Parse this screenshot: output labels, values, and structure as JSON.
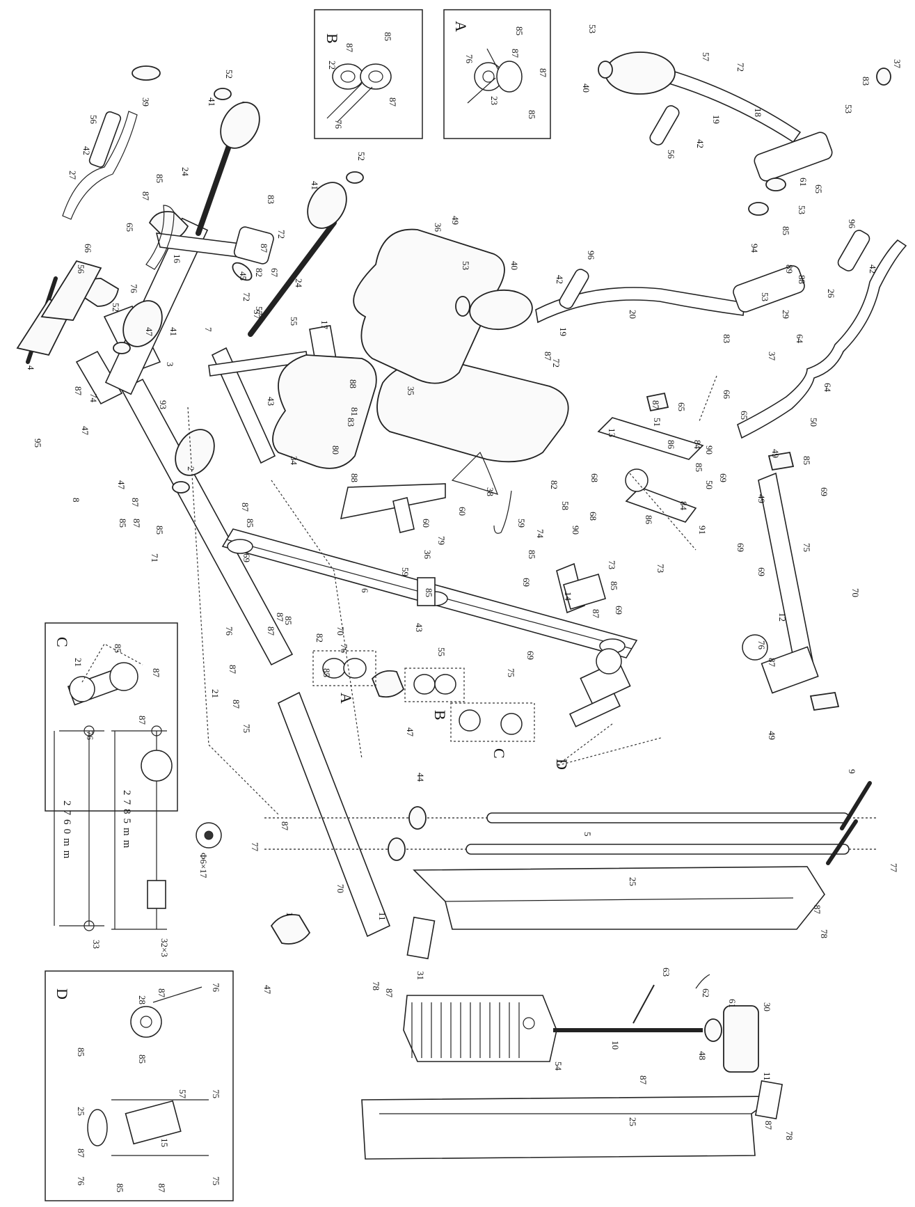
{
  "diagram": {
    "inset_boxes": [
      {
        "id": "A",
        "letter": "A",
        "labels": [
          "85",
          "87",
          "87",
          "76",
          "23",
          "85"
        ]
      },
      {
        "id": "B",
        "letter": "B",
        "labels": [
          "85",
          "87",
          "22",
          "87",
          "76"
        ]
      },
      {
        "id": "C",
        "letter": "C",
        "labels": [
          "85",
          "21",
          "87",
          "87",
          "76"
        ]
      },
      {
        "id": "D",
        "letter": "D",
        "labels": [
          "28",
          "87",
          "76",
          "85",
          "85",
          "57",
          "75",
          "25",
          "15",
          "87",
          "76",
          "85",
          "87",
          "75"
        ]
      }
    ],
    "callouts": {
      "A": "A",
      "B": "B",
      "C": "C",
      "D": "D"
    },
    "dimensions": {
      "cable_1": "2760mm",
      "cable_2": "2785mm",
      "cable_1_part": "33",
      "cable_2_part": "32×3",
      "pulley_note": "Φ6×17"
    },
    "part_labels": [
      "39",
      "56",
      "42",
      "27",
      "66",
      "65",
      "76",
      "85",
      "87",
      "16",
      "24",
      "41",
      "52",
      "41",
      "52",
      "24",
      "45",
      "67",
      "57",
      "72",
      "83",
      "87",
      "82",
      "72",
      "4",
      "56",
      "52",
      "41",
      "57",
      "7",
      "55",
      "17",
      "43",
      "88",
      "83",
      "87",
      "74",
      "49",
      "36",
      "93",
      "47",
      "3",
      "47",
      "95",
      "8",
      "47",
      "87",
      "85",
      "2",
      "85",
      "87",
      "34",
      "80",
      "88",
      "81",
      "35",
      "36",
      "53",
      "40",
      "42",
      "19",
      "20",
      "96",
      "87",
      "72",
      "83",
      "37",
      "29",
      "53",
      "40",
      "53",
      "72",
      "57",
      "18",
      "19",
      "42",
      "56",
      "83",
      "37",
      "53",
      "61",
      "65",
      "53",
      "85",
      "94",
      "89",
      "88",
      "64",
      "96",
      "26",
      "42",
      "64",
      "50",
      "49",
      "66",
      "65",
      "87",
      "51",
      "65",
      "13",
      "68",
      "86",
      "84",
      "90",
      "85",
      "69",
      "68",
      "86",
      "84",
      "91",
      "50",
      "73",
      "73",
      "49",
      "85",
      "69",
      "69",
      "75",
      "69",
      "70",
      "12",
      "76",
      "87",
      "49",
      "38",
      "59",
      "82",
      "58",
      "90",
      "74",
      "14",
      "85",
      "69",
      "87",
      "69",
      "85",
      "75",
      "69",
      "43",
      "55",
      "71",
      "6",
      "87",
      "85",
      "70",
      "76",
      "87",
      "69",
      "87",
      "85",
      "82",
      "79",
      "60",
      "60",
      "59",
      "85",
      "87",
      "75",
      "87",
      "21",
      "47",
      "44",
      "87",
      "5",
      "9",
      "77",
      "77",
      "1",
      "70",
      "47",
      "25",
      "87",
      "78",
      "11",
      "31",
      "10",
      "54",
      "63",
      "62",
      "61",
      "30",
      "48",
      "25",
      "87",
      "78",
      "11",
      "87",
      "78",
      "76",
      "85",
      "87"
    ]
  }
}
